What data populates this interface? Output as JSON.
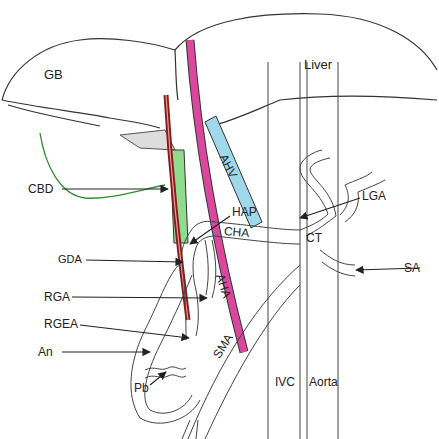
{
  "diagram": {
    "labels": [
      "Liver",
      "GB",
      "CBD",
      "AHV",
      "HAP",
      "LGA",
      "CHA",
      "CT",
      "GDA",
      "RGA",
      "RGEA",
      "AHA",
      "SA",
      "An",
      "Pb",
      "SMA",
      "IVC",
      "Aorta"
    ]
  }
}
